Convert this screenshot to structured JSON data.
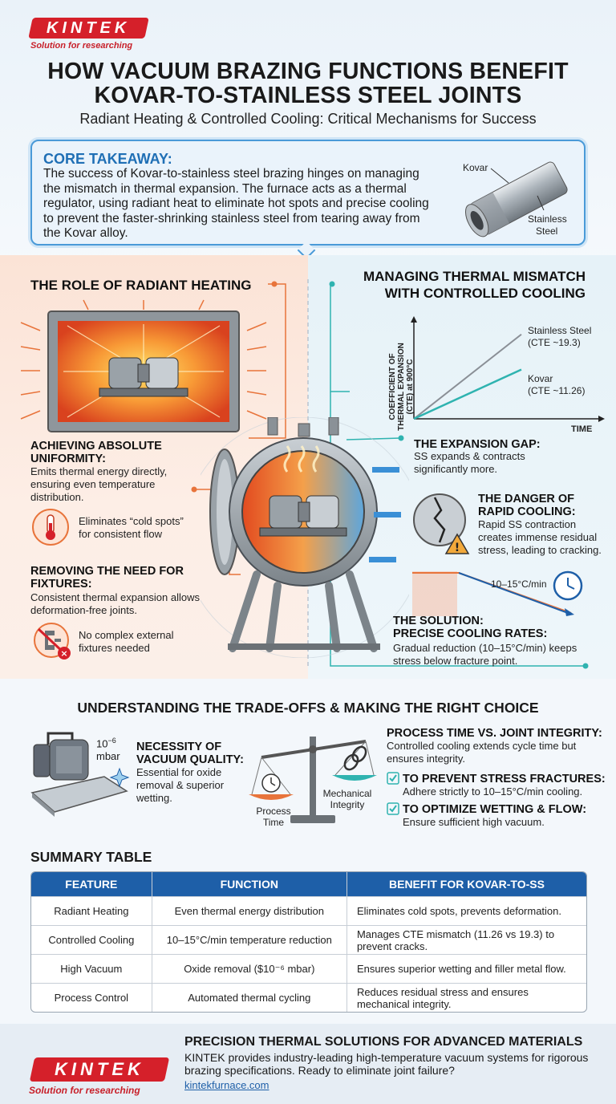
{
  "brand": {
    "logo": "KINTEK",
    "tagline": "Solution for researching"
  },
  "title": {
    "line1": "HOW VACUUM BRAZING FUNCTIONS BENEFIT",
    "line2": "KOVAR-TO-STAINLESS STEEL JOINTS",
    "subtitle": "Radiant Heating & Controlled Cooling: Critical Mechanisms for Success"
  },
  "takeaway": {
    "heading": "CORE TAKEAWAY:",
    "body": "The success of Kovar-to-stainless steel brazing hinges on managing the mismatch in thermal expansion. The furnace acts as a thermal regulator, using radiant heat to eliminate hot spots and precise cooling to prevent the faster-shrinking stainless steel from tearing away from the Kovar alloy.",
    "kovar_label": "Kovar",
    "ss_label1": "Stainless",
    "ss_label2": "Steel"
  },
  "radiant": {
    "heading": "THE ROLE OF RADIANT HEATING",
    "uniform_heading1": "ACHIEVING ABSOLUTE",
    "uniform_heading2": "UNIFORMITY:",
    "uniform_body": "Emits thermal energy directly, ensuring even temperature distribution.",
    "cold_spots1": "Eliminates “cold spots”",
    "cold_spots2": "for consistent flow",
    "fixtures_heading1": "REMOVING THE NEED FOR",
    "fixtures_heading2": "FIXTURES:",
    "fixtures_body": "Consistent thermal expansion allows deformation-free joints.",
    "no_fixtures1": "No complex external",
    "no_fixtures2": "fixtures needed"
  },
  "cooling": {
    "heading1": "MANAGING THERMAL MISMATCH",
    "heading2": "WITH CONTROLLED COOLING",
    "gap_heading": "THE EXPANSION GAP:",
    "gap_body": "SS expands & contracts significantly more.",
    "danger_heading1": "THE DANGER OF",
    "danger_heading2": "RAPID COOLING:",
    "danger_body": "Rapid SS contraction creates immense residual stress, leading to cracking.",
    "rate_label": "10–15°C/min",
    "solution_heading1": "THE SOLUTION:",
    "solution_heading2": "PRECISE COOLING RATES:",
    "solution_body": "Gradual reduction (10–15°C/min) keeps stress below fracture point."
  },
  "chart_data": {
    "type": "line",
    "ylabel_line1": "COEFFICIENT OF",
    "ylabel_line2": "THERMAL EXPANSION",
    "ylabel_line3": "(CTE) at 900°C",
    "xlabel": "TIME",
    "series": [
      {
        "name": "Stainless Steel",
        "note": "(CTE ~19.3)",
        "cte": 19.3,
        "color": "#8a8f96"
      },
      {
        "name": "Kovar",
        "note": "(CTE ~11.26)",
        "cte": 11.26,
        "color": "#2fb3b0"
      }
    ]
  },
  "tradeoffs": {
    "heading": "UNDERSTANDING THE TRADE-OFFS & MAKING THE RIGHT CHOICE",
    "pressure_base": "10",
    "pressure_exp": "−6",
    "pressure_unit": "mbar",
    "vacuum_heading1": "NECESSITY OF",
    "vacuum_heading2": "VACUUM QUALITY:",
    "vacuum_body": "Essential for oxide removal & superior wetting.",
    "scale_left1": "Process",
    "scale_left2": "Time",
    "scale_right1": "Mechanical",
    "scale_right2": "Integrity",
    "pt_heading": "PROCESS TIME VS. JOINT INTEGRITY:",
    "pt_body": "Controlled cooling extends cycle time but ensures integrity.",
    "check1_heading": "TO PREVENT STRESS FRACTURES:",
    "check1_body": "Adhere strictly to 10–15°C/min cooling.",
    "check2_heading": "TO OPTIMIZE WETTING & FLOW:",
    "check2_body": "Ensure sufficient high vacuum."
  },
  "summary": {
    "heading": "SUMMARY TABLE",
    "headers": [
      "FEATURE",
      "FUNCTION",
      "BENEFIT FOR KOVAR-TO-SS"
    ],
    "rows": [
      [
        "Radiant Heating",
        "Even thermal energy distribution",
        "Eliminates cold spots, prevents deformation."
      ],
      [
        "Controlled Cooling",
        "10–15°C/min temperature reduction",
        "Manages CTE mismatch (11.26 vs 19.3) to prevent cracks."
      ],
      [
        "High Vacuum",
        "Oxide removal ($10⁻⁶ mbar)",
        "Ensures superior wetting and filler metal flow."
      ],
      [
        "Process Control",
        "Automated thermal cycling",
        "Reduces residual stress and ensures mechanical integrity."
      ]
    ]
  },
  "footer": {
    "title": "PRECISION THERMAL SOLUTIONS FOR ADVANCED MATERIALS",
    "body": "KINTEK provides industry-leading high-temperature vacuum systems for rigorous brazing specifications. Ready to eliminate joint failure?",
    "link": "kintekfurnace.com"
  },
  "colors": {
    "accent_blue": "#1e5fa8",
    "brand_red": "#d5202a",
    "heat_orange": "#e8743b",
    "cool_teal": "#2fb3b0"
  }
}
